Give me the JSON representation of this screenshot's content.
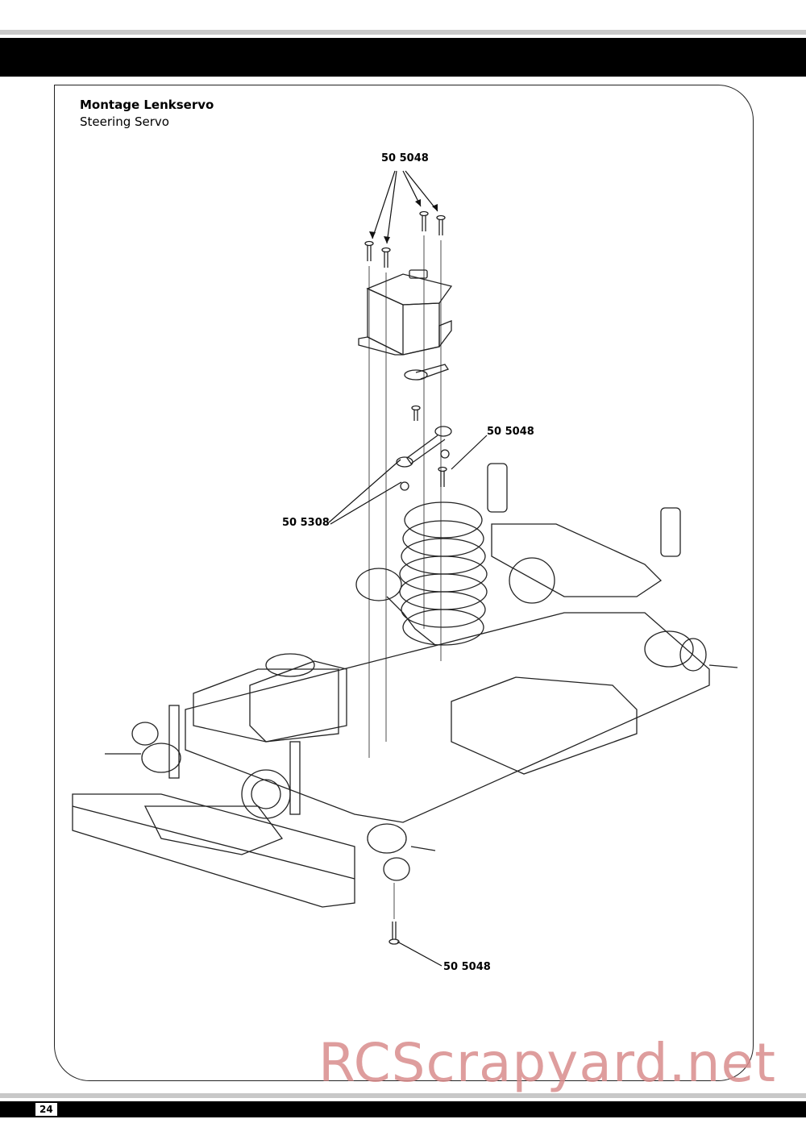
{
  "header": {
    "title_de": "Montage Lenkservo",
    "title_en": "Steering Servo"
  },
  "callouts": {
    "screws_top": "50 5048",
    "screw_right": "50 5048",
    "balls": "50 5308",
    "screw_bottom": "50 5048"
  },
  "watermark": "RCScrapyard.net",
  "footer": {
    "page_number": "24"
  }
}
